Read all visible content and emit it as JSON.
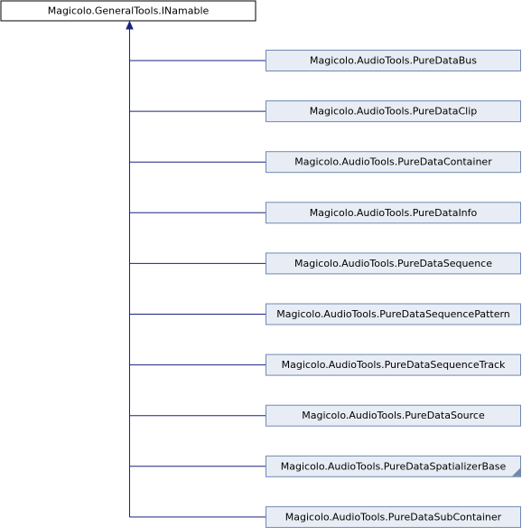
{
  "diagram": {
    "base": {
      "label": "Magicolo.GeneralTools.INamable"
    },
    "derived": [
      {
        "label": "Magicolo.AudioTools.PureDataBus",
        "truncated": false
      },
      {
        "label": "Magicolo.AudioTools.PureDataClip",
        "truncated": false
      },
      {
        "label": "Magicolo.AudioTools.PureDataContainer",
        "truncated": false
      },
      {
        "label": "Magicolo.AudioTools.PureDataInfo",
        "truncated": false
      },
      {
        "label": "Magicolo.AudioTools.PureDataSequence",
        "truncated": false
      },
      {
        "label": "Magicolo.AudioTools.PureDataSequencePattern",
        "truncated": false
      },
      {
        "label": "Magicolo.AudioTools.PureDataSequenceTrack",
        "truncated": false
      },
      {
        "label": "Magicolo.AudioTools.PureDataSource",
        "truncated": false
      },
      {
        "label": "Magicolo.AudioTools.PureDataSpatializerBase",
        "truncated": true
      },
      {
        "label": "Magicolo.AudioTools.PureDataSubContainer",
        "truncated": false
      }
    ],
    "colors": {
      "base_fill": "#ffffff",
      "base_border": "#000000",
      "derived_fill": "#e8edf5",
      "derived_border": "#7088b0",
      "connector": "#1a237e",
      "fold_corner": "#7088b0"
    }
  }
}
